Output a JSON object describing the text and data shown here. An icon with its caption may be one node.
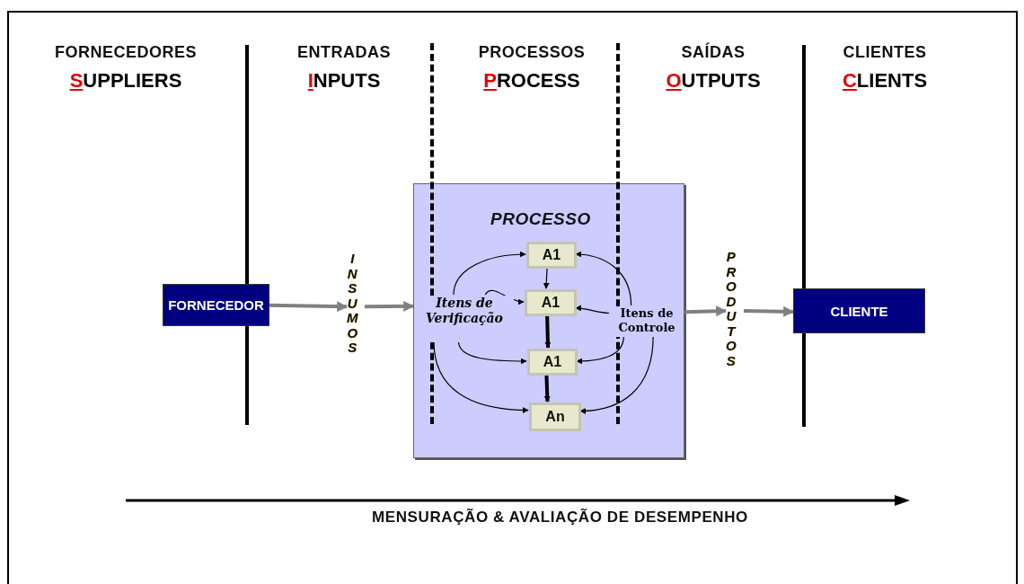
{
  "diagram": {
    "nodes": [
      {
        "text": [
          "FORNECEDOR"
        ]
      },
      {
        "text": [
          "INSUMOS"
        ]
      },
      {
        "text": [
          "PROCESSO"
        ]
      },
      {
        "text": [
          "A1"
        ],
        "in": 2
      },
      {
        "text": [
          "A1"
        ],
        "in": 2
      },
      {
        "text": [
          "A1"
        ],
        "in": 2
      },
      {
        "text": [
          "An"
        ],
        "in": 2
      },
      {
        "text": [
          "Itens de Verificação"
        ],
        "in": 2
      },
      {
        "text": [
          "Itens de Controle"
        ],
        "in": 2
      },
      {
        "text": [
          "PRODUTOS"
        ]
      },
      {
        "text": [
          "CLIENTE"
        ]
      }
    ],
    "edges": [
      {
        "from": 0,
        "to": 1,
        "arrow": "to",
        "style": "thick",
        "color": "#808080"
      },
      {
        "from": 1,
        "to": 2,
        "arrow": "to",
        "style": "thick",
        "color": "#808080"
      },
      {
        "from": 3,
        "to": 4,
        "arrow": "to"
      },
      {
        "from": 4,
        "to": 5,
        "arrow": "to",
        "style": "thick"
      },
      {
        "from": 5,
        "to": 6,
        "arrow": "to",
        "style": "thick"
      },
      {
        "from": 7,
        "to": 3,
        "arrow": "to"
      },
      {
        "from": 7,
        "to": 4,
        "arrow": "to"
      },
      {
        "from": 7,
        "to": 5,
        "arrow": "to"
      },
      {
        "from": 7,
        "to": 6,
        "arrow": "to"
      },
      {
        "from": 8,
        "to": 3,
        "arrow": "to"
      },
      {
        "from": 8,
        "to": 4,
        "arrow": "to"
      },
      {
        "from": 8,
        "to": 5,
        "arrow": "to"
      },
      {
        "from": 8,
        "to": 6,
        "arrow": "to"
      },
      {
        "from": 2,
        "to": 9,
        "arrow": "to",
        "style": "thick",
        "color": "#808080"
      },
      {
        "from": 9,
        "to": 10,
        "arrow": "to",
        "style": "thick",
        "color": "#808080"
      }
    ],
    "labels": [
      "FORNECEDORES",
      "SUPPLIERS",
      "ENTRADAS",
      "INPUTS",
      "PROCESSOS",
      "PROCESS",
      "SAÍDAS",
      "OUTPUTS",
      "CLIENTES",
      "CLIENTS",
      "MENSURAÇÃO & AVALIAÇÃO DE DESEMPENHO"
    ]
  }
}
